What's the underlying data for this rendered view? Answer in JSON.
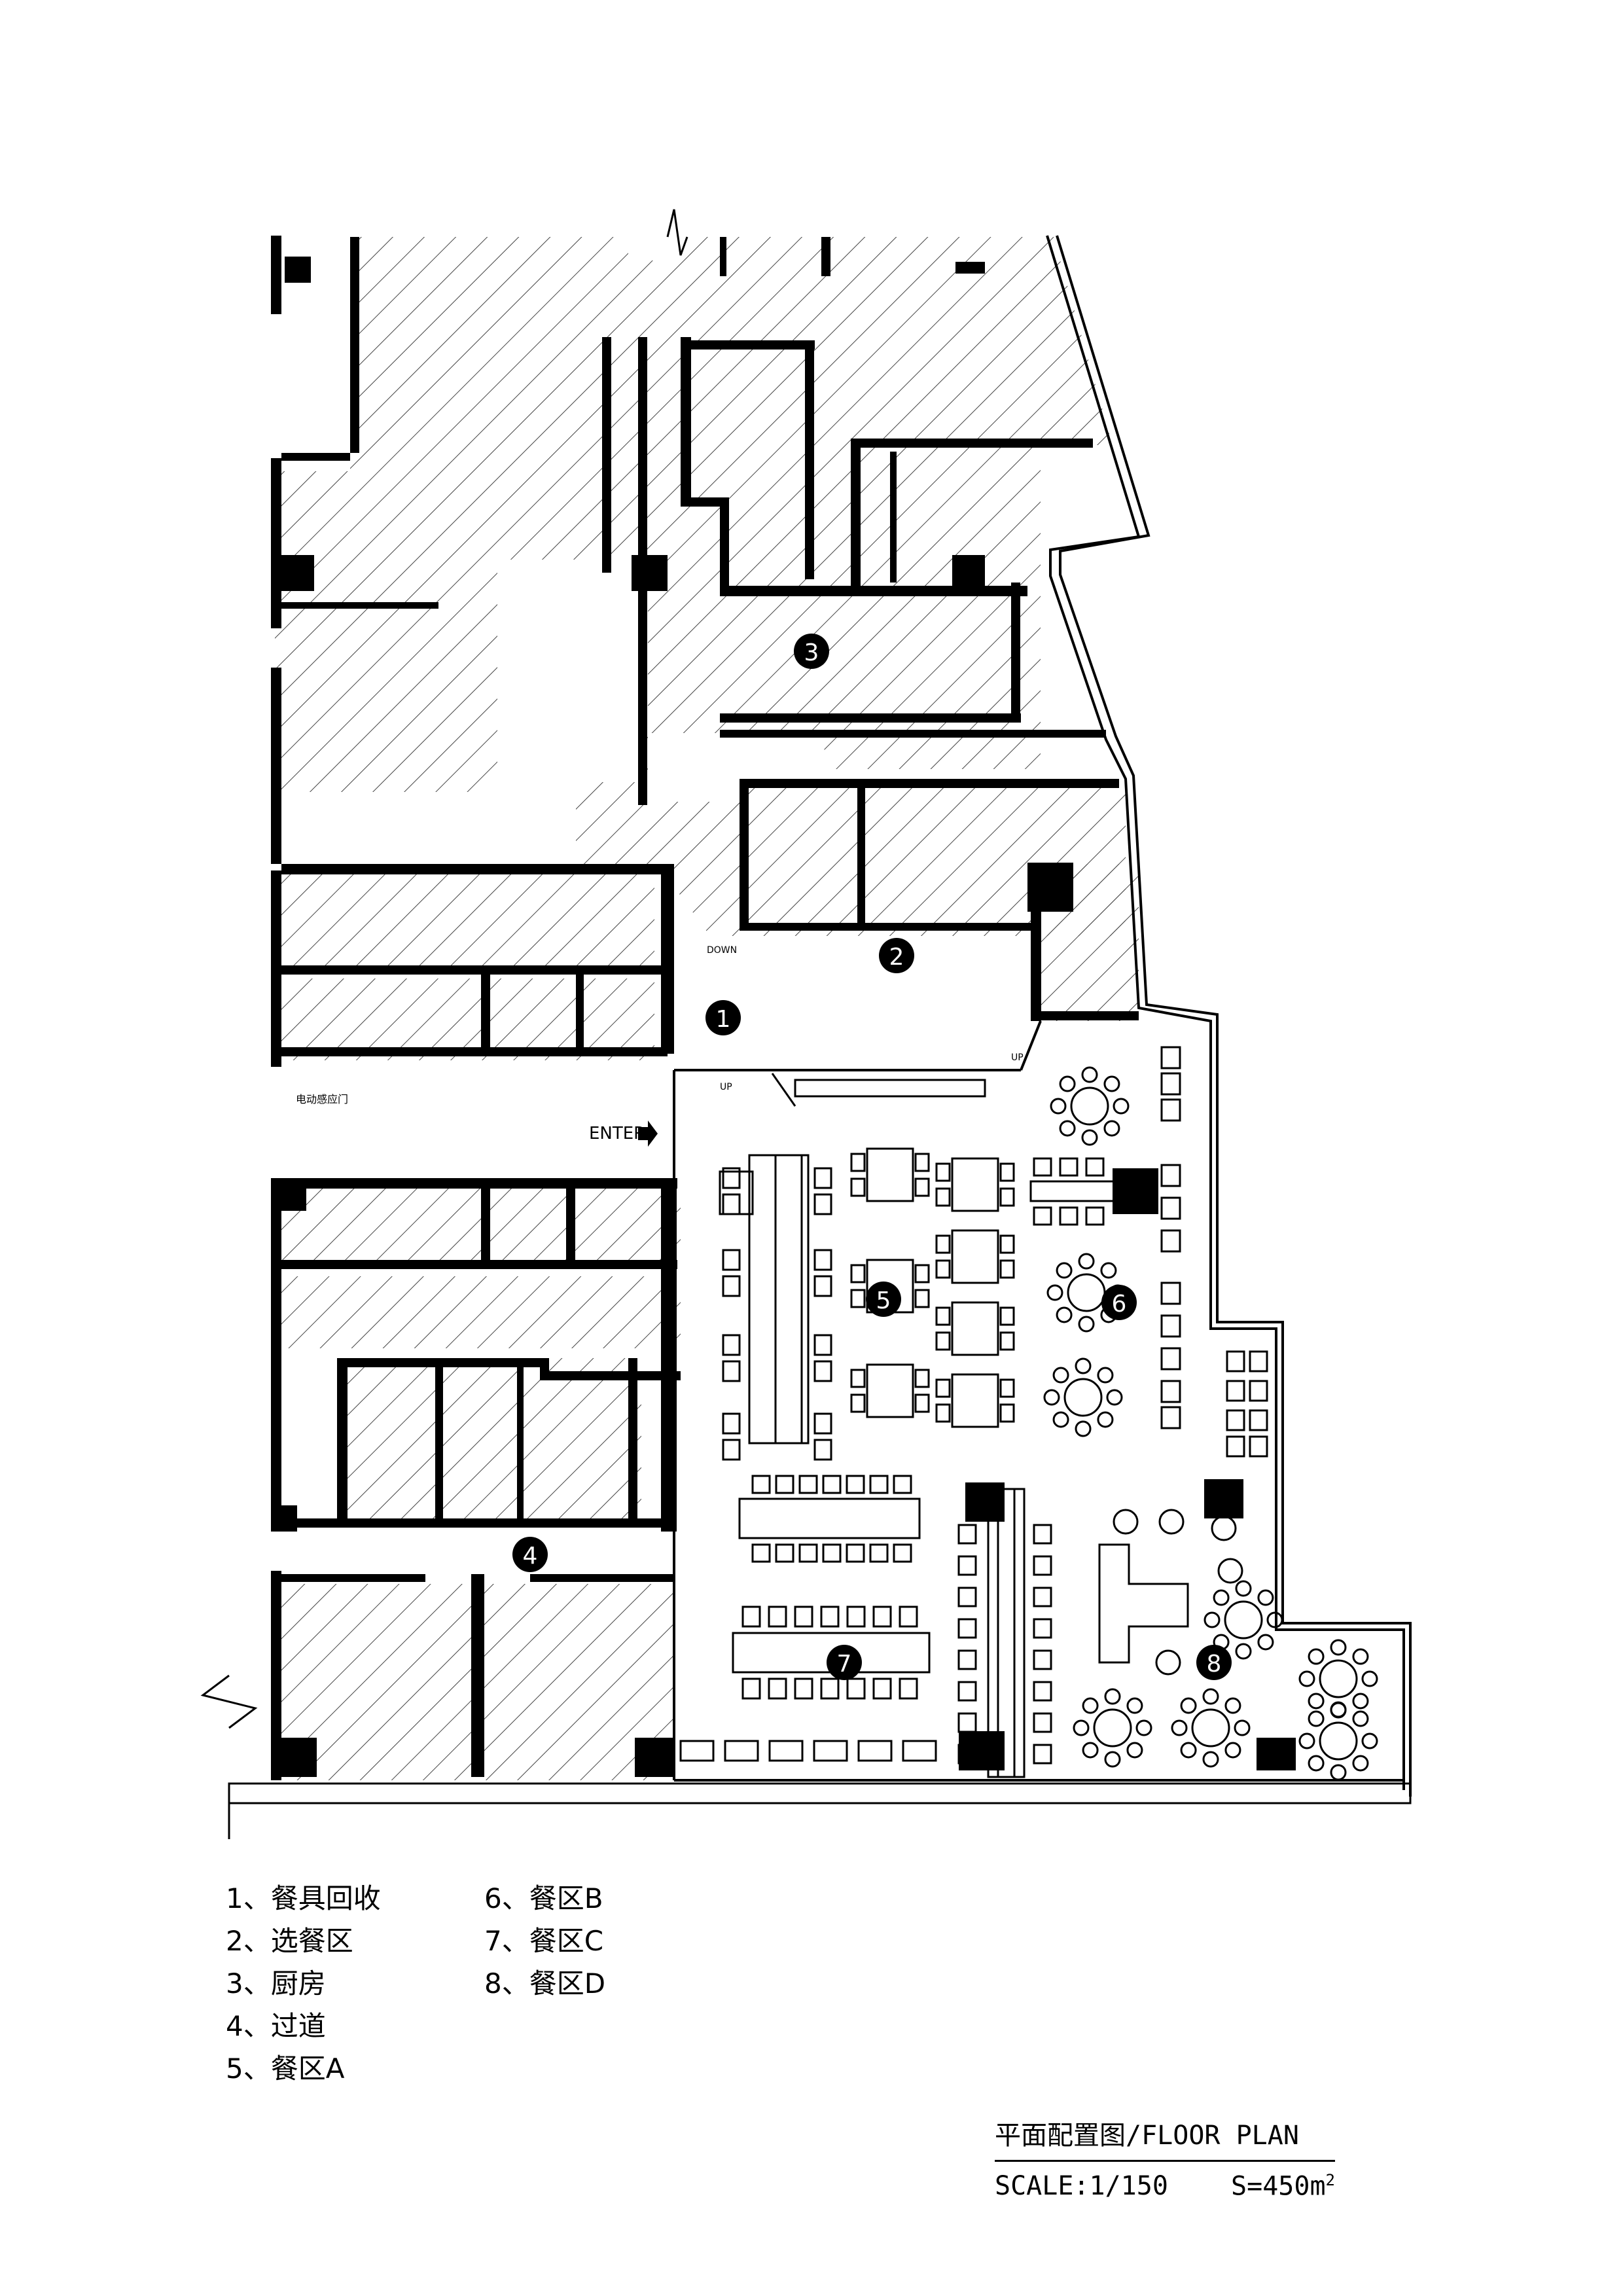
{
  "markers": [
    {
      "num": "1"
    },
    {
      "num": "2"
    },
    {
      "num": "3"
    },
    {
      "num": "4"
    },
    {
      "num": "5"
    },
    {
      "num": "6"
    },
    {
      "num": "7"
    },
    {
      "num": "8"
    }
  ],
  "annotations": {
    "enter": "ENTER",
    "down": "DOWN",
    "up_1": "UP",
    "up_2": "UP",
    "door_label": "电动感应门"
  },
  "legend": [
    {
      "text": "1、餐具回收"
    },
    {
      "text": "2、选餐区"
    },
    {
      "text": "3、厨房"
    },
    {
      "text": "4、过道"
    },
    {
      "text": "5、餐区A"
    },
    {
      "text": "6、餐区B"
    },
    {
      "text": "7、餐区C"
    },
    {
      "text": "8、餐区D"
    }
  ],
  "title": {
    "main": "平面配置图/FLOOR PLAN",
    "scale": "SCALE:1/150",
    "area": "S=450m",
    "area_sup": "2"
  },
  "colors": {
    "wall": "#000000",
    "hatch": "#333333",
    "background": "#ffffff"
  }
}
